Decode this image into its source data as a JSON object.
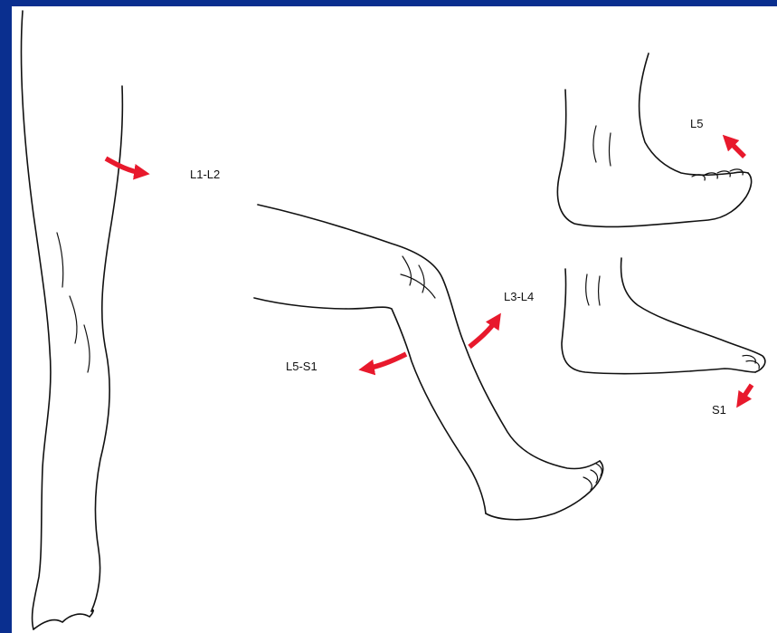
{
  "labels": {
    "hip": "L1-L2",
    "knee_extension": "L3-L4",
    "knee_flexion": "L5-S1",
    "dorsiflexion": "L5",
    "plantarflexion": "S1"
  },
  "colors": {
    "background_border": "#0a2f8f",
    "arrow": "#e8192c",
    "line": "#111111"
  }
}
